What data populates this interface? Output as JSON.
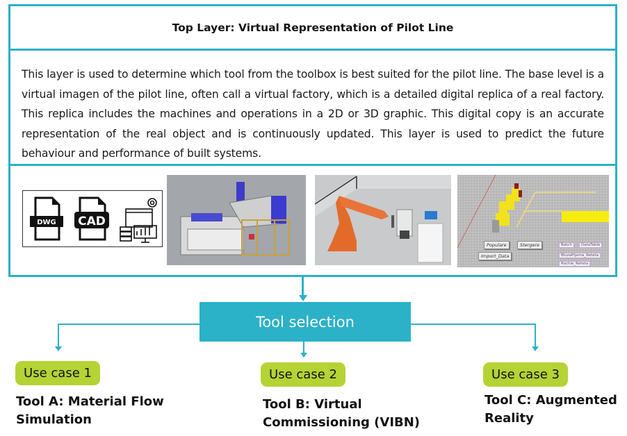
{
  "top_layer": {
    "title": "Top Layer: Virtual Representation of Pilot Line",
    "description": "This layer is used to determine which tool from the toolbox is best suited for the pilot line. The base level is a virtual imagen of the pilot line, often call a virtual factory, which is a detailed digital replica of a real factory. This replica includes the machines and operations in a 2D or 3D graphic. This digital copy is an accurate representation of the real object and is continuously updated. This layer is used to predict the future behaviour and performance of built systems.",
    "images": {
      "files": {
        "icons": [
          "dwg-file-icon",
          "cad-file-icon",
          "server-analytics-gear-icon"
        ],
        "labels": [
          "DWG",
          "CAD"
        ]
      },
      "machine": {
        "description": "3D model of injection molding machine cell"
      },
      "robot": {
        "description": "3D model of orange industrial robot arm cell"
      },
      "simulation": {
        "description": "Material flow simulation layout on grid",
        "buttons": [
          "Populare",
          "Stergere",
          "Import_Data"
        ],
        "tags": [
          "Batch",
          "DataTable",
          "BluzaPijama_Reteta",
          "Rochie_Reteta"
        ]
      }
    }
  },
  "tool_selection": {
    "label": "Tool selection"
  },
  "use_cases": [
    {
      "badge": "Use case 1",
      "tool_line1": "Tool A: Material Flow",
      "tool_line2": "Simulation"
    },
    {
      "badge": "Use case 2",
      "tool_line1": "Tool B: Virtual",
      "tool_line2": "Commissioning (VIBN)"
    },
    {
      "badge": "Use case 3",
      "tool_line1": "Tool C: Augmented",
      "tool_line2": "Reality"
    }
  ],
  "colors": {
    "accent_teal": "#2bb1c8",
    "use_case_green": "#b5d334"
  }
}
